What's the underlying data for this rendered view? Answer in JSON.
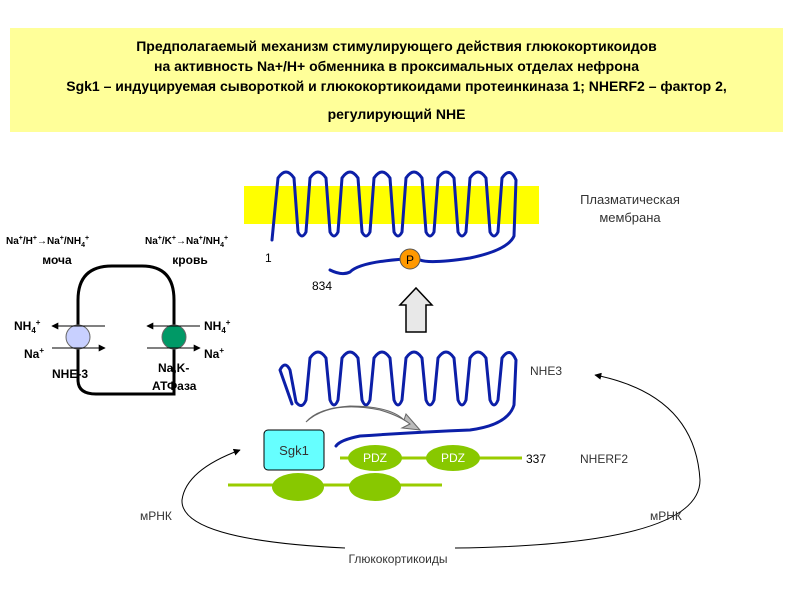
{
  "title": {
    "line1": "Предполагаемый механизм стимулирующего действия глюкокортикоидов",
    "line2": "на активность Na+/H+ обменника в проксимальных отделах нефрона",
    "line3": "Sgk1 – индуцируемая сывороткой и глюкокортикоидами протеинкиназа 1; NHERF2 – фактор 2,",
    "line4": "регулирующий NHE"
  },
  "cell": {
    "left_exchange_a": "Na",
    "left_exchange_b": "/H",
    "left_exchange_c": "→Na",
    "left_exchange_d": "/NH",
    "right_exchange_a": "Na",
    "right_exchange_b": "/K",
    "right_exchange_c": "→Na",
    "right_exchange_d": "/NH",
    "urine": "моча",
    "blood": "кровь",
    "nh4_left": "NH",
    "nh4_right": "NH",
    "na_left": "Na",
    "na_right": "Na",
    "nhe3_label": "NHE-3",
    "atpase_line1": "Na,K-",
    "atpase_line2": "АТФаза",
    "sup_plus": "+",
    "sub_four": "4"
  },
  "membrane": {
    "label_line1": "Плазматическая",
    "label_line2": "мембрана",
    "residue_1": "1",
    "residue_834": "834",
    "phospho": "P"
  },
  "lower": {
    "nhe3": "NHE3",
    "sgk1": "Sgk1",
    "pdz1": "PDZ",
    "pdz2": "PDZ",
    "residue_337": "337",
    "nherf2": "NHERF2",
    "mrna_left": "мРНК",
    "mrna_right": "мРНК",
    "glucocorticoids": "Глюкокортикоиды"
  },
  "colors": {
    "title_bg": "#ffff99",
    "membrane": "#ffff00",
    "protein_line": "#0c1fa8",
    "nherf_green": "#99cc00",
    "pdz_fill": "#88c800",
    "sgk_fill": "#66ffff",
    "atpase_fill": "#009966",
    "nhe3_fill": "#c8d0ff",
    "phospho_fill": "#ff9900"
  }
}
